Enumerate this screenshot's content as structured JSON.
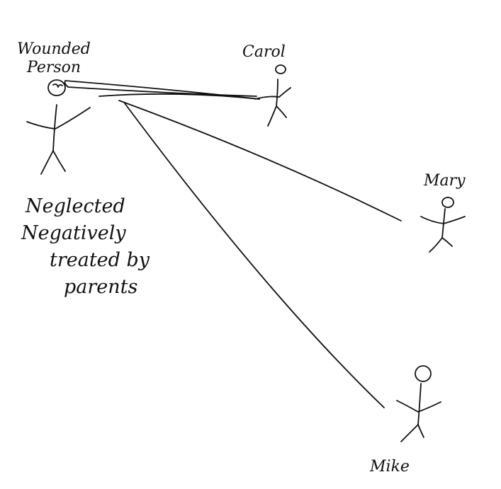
{
  "diagram": {
    "colors": {
      "ink": "#111111",
      "paper": "#ffffff"
    },
    "nodes": {
      "wounded": {
        "label_lines": [
          "Wounded",
          "Person"
        ]
      },
      "carol": {
        "label": "Carol"
      },
      "mary": {
        "label": "Mary"
      },
      "mike": {
        "label": "Mike"
      }
    },
    "note": {
      "lines": [
        "Neglected",
        "Negatively",
        "treated by",
        "parents"
      ]
    }
  }
}
